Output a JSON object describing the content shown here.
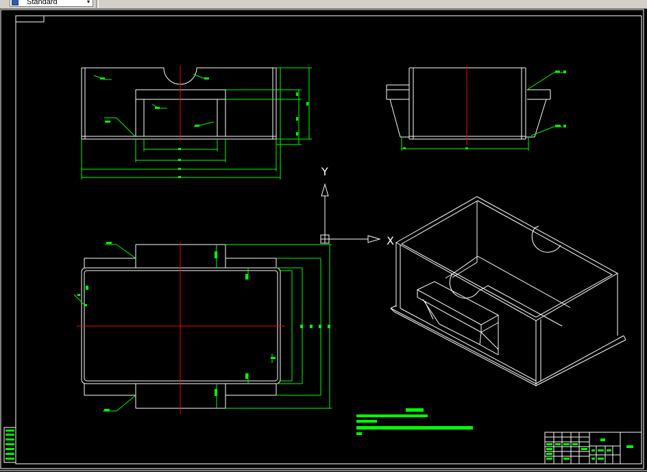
{
  "toolbar": {
    "style_combo_value": "Standard",
    "combo_arrow": "▾"
  },
  "ucs": {
    "x_label": "X",
    "y_label": "Y"
  },
  "colors": {
    "background": "#000000",
    "outline": "#ffffff",
    "dimension": "#00ff00",
    "centerline": "#ff0000"
  },
  "icons": [
    "style-icon",
    "chevron-down-icon",
    "ucs-icon"
  ]
}
